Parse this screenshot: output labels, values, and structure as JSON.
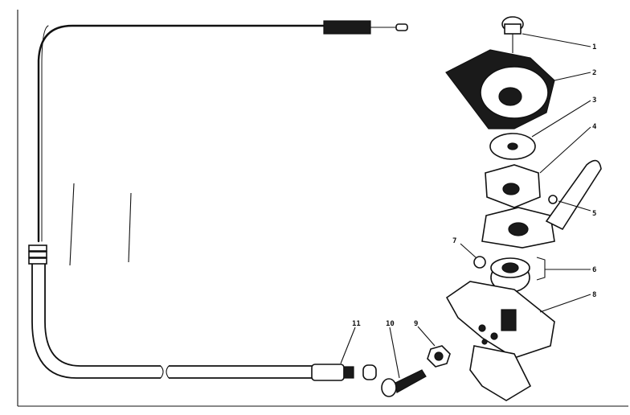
{
  "callouts": [
    {
      "id": "1",
      "label": "1"
    },
    {
      "id": "2",
      "label": "2"
    },
    {
      "id": "3",
      "label": "3"
    },
    {
      "id": "4",
      "label": "4"
    },
    {
      "id": "5",
      "label": "5"
    },
    {
      "id": "6",
      "label": "6"
    },
    {
      "id": "7",
      "label": "7"
    },
    {
      "id": "8",
      "label": "8"
    },
    {
      "id": "9",
      "label": "9"
    },
    {
      "id": "10",
      "label": "10"
    },
    {
      "id": "11",
      "label": "11"
    }
  ],
  "parts": [
    "screw",
    "throttle-knob-housing",
    "washer",
    "friction-plate",
    "throttle-lever",
    "ball",
    "spacer-ring",
    "mounting-bracket",
    "nut",
    "bolt",
    "cable-end-fitting"
  ],
  "colors": {
    "ink": "#111111",
    "paper": "#ffffff"
  }
}
